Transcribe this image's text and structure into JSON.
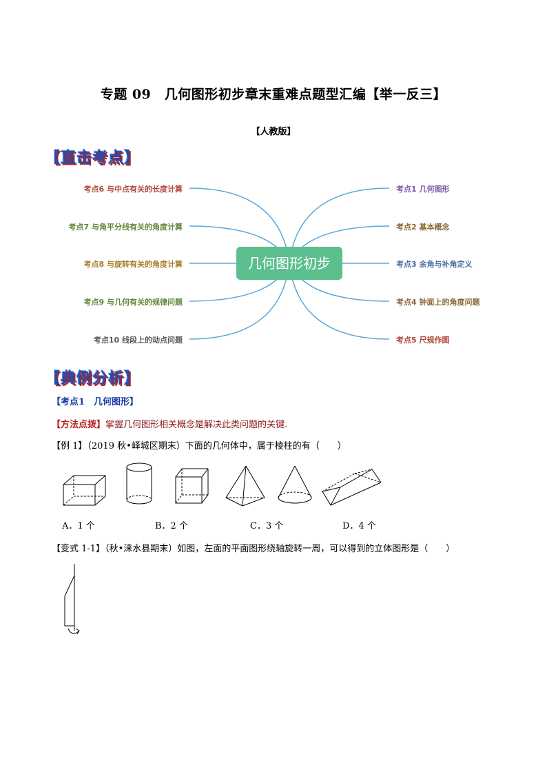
{
  "title": "专题 09　几何图形初步章末重难点题型汇编【举一反三】",
  "edition": "【人教版】",
  "section1": "【直击考点】",
  "mindmap": {
    "center": "几何图形初步",
    "left": [
      {
        "label": "考点6 与中点有关的长度计算",
        "color": "#b04a3e"
      },
      {
        "label": "考点7 与角平分线有关的角度计算",
        "color": "#5f8a3c"
      },
      {
        "label": "考点8 与旋转有关的角度计算",
        "color": "#a87d2a"
      },
      {
        "label": "考点9 与几何有关的规律问题",
        "color": "#5f8a3c"
      },
      {
        "label": "考点10 线段上的动点问题",
        "color": "#5a5a5a"
      }
    ],
    "right": [
      {
        "label": "考点1 几何图形",
        "color": "#7b5ea7"
      },
      {
        "label": "考点2 基本概念",
        "color": "#8a6a3a"
      },
      {
        "label": "考点3 余角与补角定义",
        "color": "#4a6fa5"
      },
      {
        "label": "考点4 钟面上的角度问题",
        "color": "#8a6a3a"
      },
      {
        "label": "考点5 尺规作图",
        "color": "#b04a3e"
      }
    ],
    "line_color": "#5aa8d8",
    "center_color": "#5cbf8e"
  },
  "section2": "【典例分析】",
  "kaodian1": "【考点1　几何图形】",
  "method": {
    "tag": "【方法点拨】",
    "text": "掌握几何图形相关概念是解决此类问题的关键."
  },
  "example1": {
    "tag": "【例 1】",
    "text": "（2019 秋•峄城区期末）下面的几何体中，属于棱柱的有（　　）",
    "choices": [
      "A．1 个",
      "B．2 个",
      "C．3 个",
      "D．4 个"
    ],
    "figures": [
      "rectangular-prism",
      "cylinder",
      "cube",
      "triangular-pyramid",
      "cone",
      "triangular-prism"
    ]
  },
  "variant1": {
    "tag": "【变式 1-1】",
    "text": "（秋•涞水县期末）如图，左面的平面图形绕轴旋转一周，可以得到的立体图形是（　　）"
  }
}
